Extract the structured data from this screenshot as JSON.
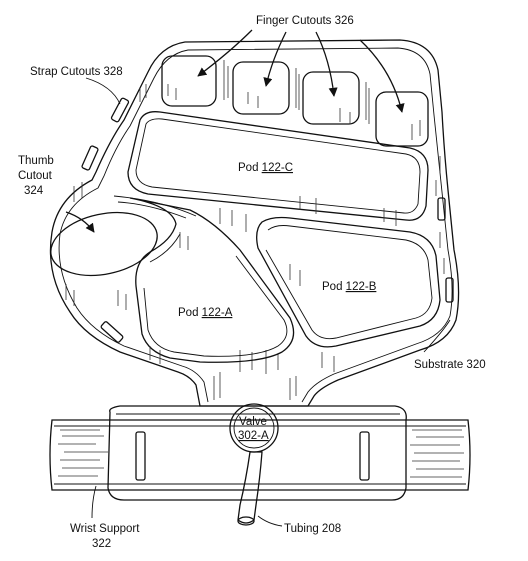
{
  "labels": {
    "finger_cutouts": "Finger Cutouts 326",
    "strap_cutouts": "Strap Cutouts 328",
    "thumb_line1": "Thumb",
    "thumb_line2": "Cutout",
    "thumb_line3": "324",
    "pod_c_name": "Pod ",
    "pod_c_ref": "122-C",
    "pod_b_name": "Pod ",
    "pod_b_ref": "122-B",
    "pod_a_name": "Pod ",
    "pod_a_ref": "122-A",
    "substrate": "Substrate 320",
    "valve_line1": "Valve",
    "valve_line2": "302-A",
    "wrist_line1": "Wrist Support",
    "wrist_line2": "322",
    "tubing": "Tubing 208"
  }
}
